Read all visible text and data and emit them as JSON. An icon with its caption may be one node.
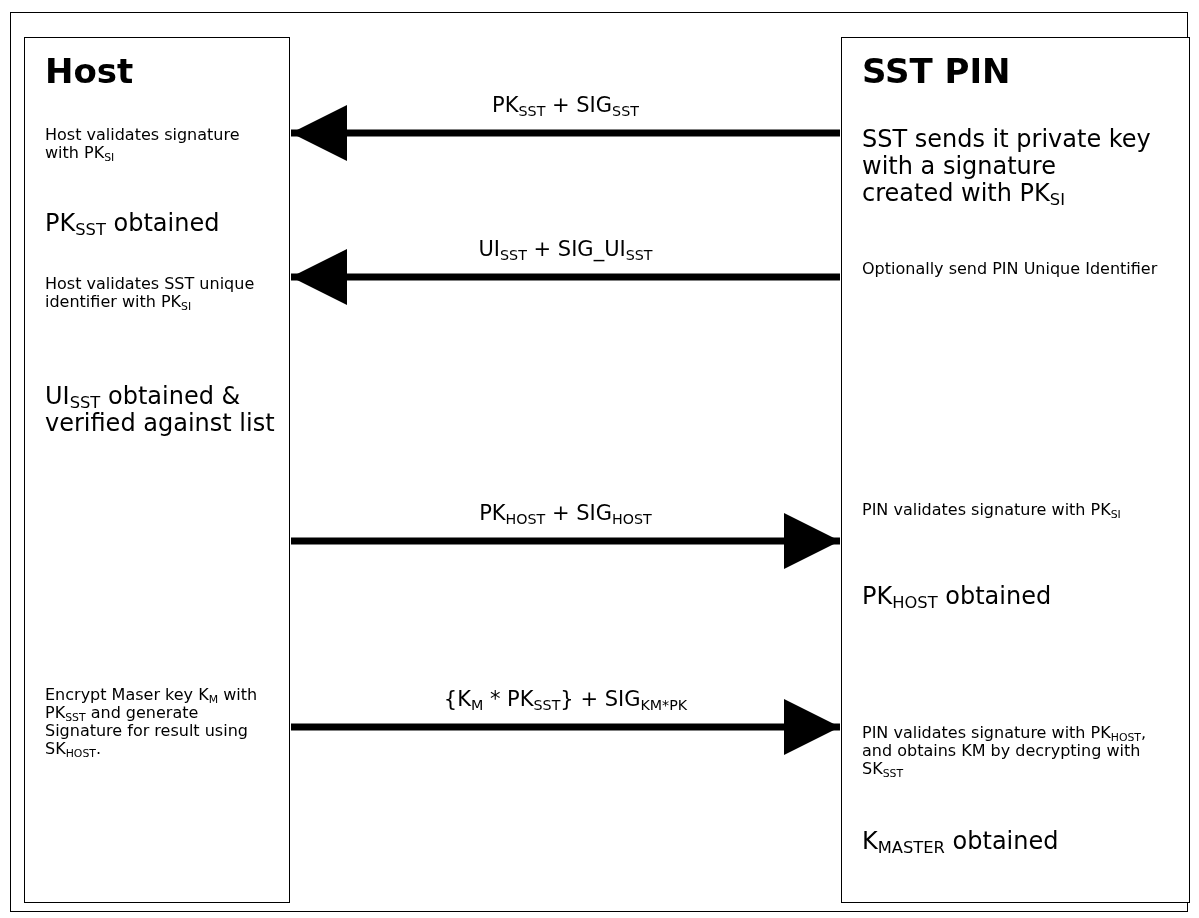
{
  "diagram": {
    "nodes": [
      {
        "text": [
          "Host",
          "Host validates signature with PK$_{SI}$",
          "PK$_{SST}$ obtained",
          "Host validates SST unique identifier with PK$_{SI}$",
          "UI$_{SST}$ obtained & verified against list",
          "Encrypt Maser key K$_{M}$ with PK$_{SST}$ and generate Signature for result using SK$_{HOST}$."
        ]
      },
      {
        "text": [
          "SST PIN",
          "SST sends it private key with a signature created with PK$_{SI}$",
          "Optionally send PIN Unique Identifier",
          "PIN validates signature with PK$_{SI}$",
          "PK$_{HOST}$ obtained",
          "PIN validates signature with PK$_{HOST}$, and obtains KM by decrypting with SK$_{SST}$",
          "K$_{MASTER}$ obtained"
        ]
      }
    ],
    "edges": [
      {
        "from": 1,
        "to": 0,
        "arrow": "to",
        "label": "PK$_{SST}$ + SIG$_{SST}$"
      },
      {
        "from": 1,
        "to": 0,
        "arrow": "to",
        "label": "UI$_{SST}$ + SIG_UI$_{SST}$"
      },
      {
        "from": 0,
        "to": 1,
        "arrow": "to",
        "label": "PK$_{HOST}$ + SIG$_{HOST}$"
      },
      {
        "from": 0,
        "to": 1,
        "arrow": "to",
        "label": "{K$_{M}$  * PK$_{SST}$} + SIG$_{KM*PK}$"
      }
    ]
  }
}
